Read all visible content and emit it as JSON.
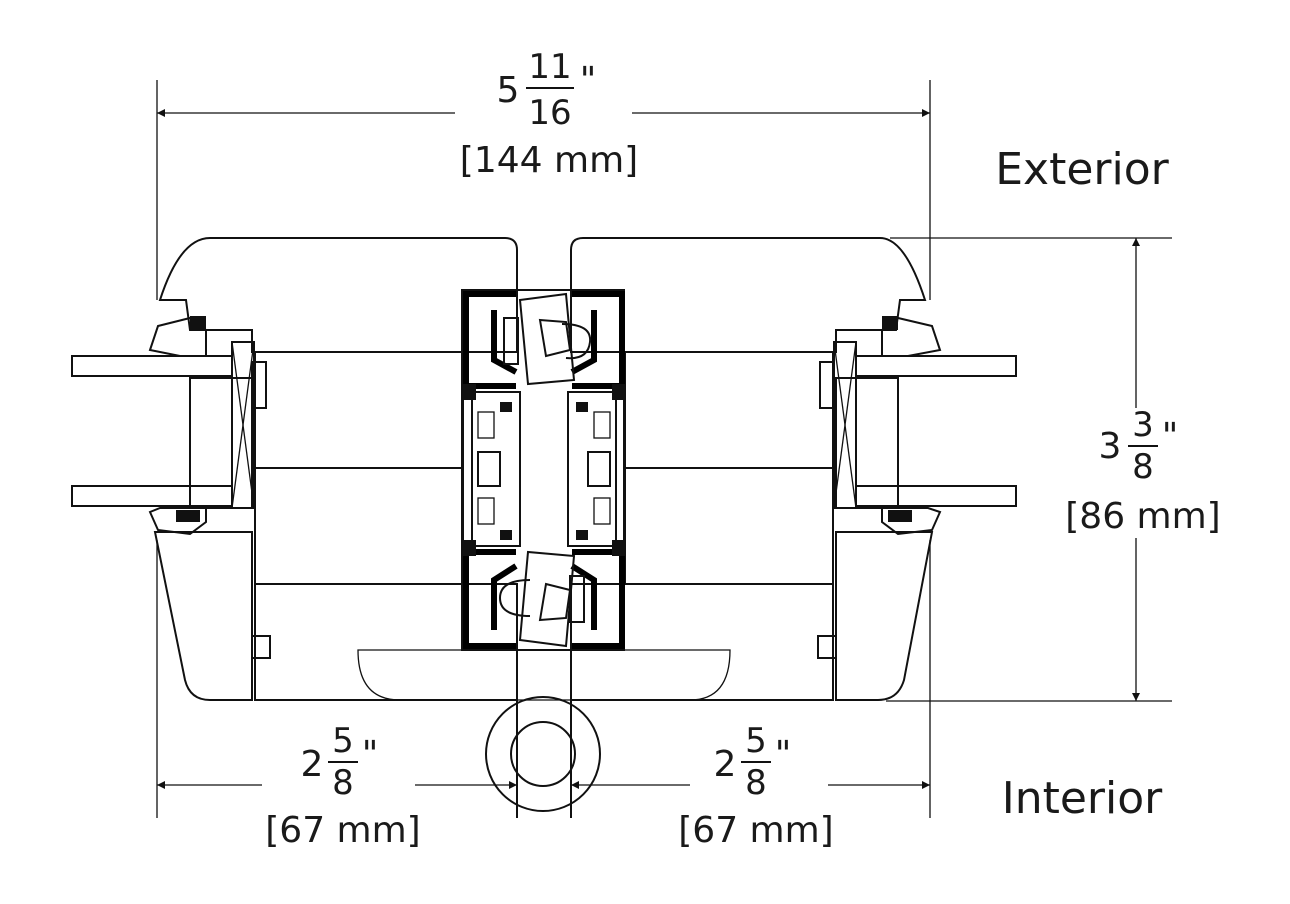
{
  "labels": {
    "exterior": "Exterior",
    "interior": "Interior"
  },
  "dimensions": {
    "overall_width": {
      "whole": "5",
      "num": "11",
      "den": "16",
      "unit": "\"",
      "metric": "[144 mm]"
    },
    "height": {
      "whole": "3",
      "num": "3",
      "den": "8",
      "unit": "\"",
      "metric": "[86 mm]"
    },
    "left_width": {
      "whole": "2",
      "num": "5",
      "den": "8",
      "unit": "\"",
      "metric": "[67 mm]"
    },
    "right_width": {
      "whole": "2",
      "num": "5",
      "den": "8",
      "unit": "\"",
      "metric": "[67 mm]"
    }
  },
  "colors": {
    "line": "#111111",
    "background": "#ffffff"
  }
}
